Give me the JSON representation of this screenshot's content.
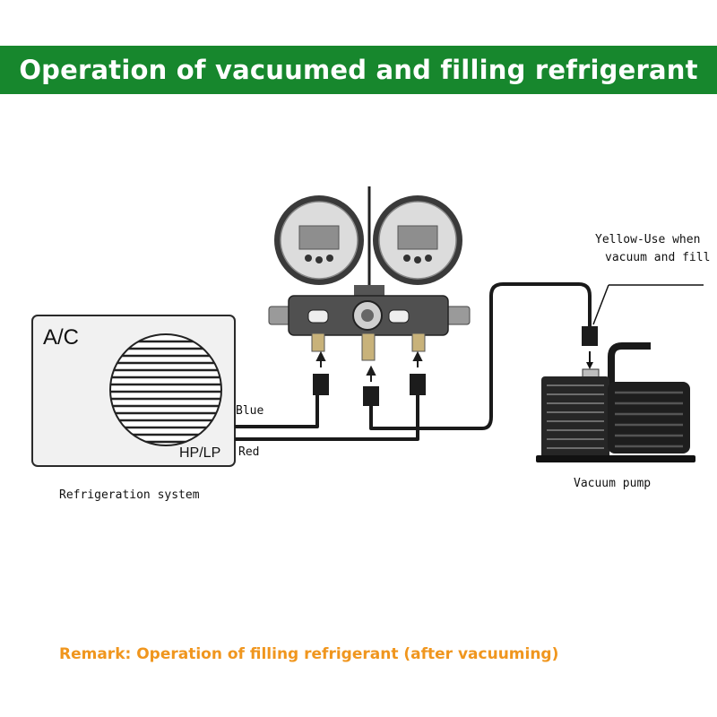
{
  "title": "Operation of vacuumed and filling refrigerant",
  "ac_unit": {
    "label": "A/C",
    "port_label": "HP/LP",
    "caption": "Refrigeration system"
  },
  "hoses": {
    "blue_label": "Blue",
    "red_label": "Red",
    "yellow_note_line1": "Yellow-Use when",
    "yellow_note_line2": "vacuum and fill"
  },
  "pump": {
    "caption": "Vacuum pump"
  },
  "remark": "Remark: Operation of filling refrigerant (after vacuuming)",
  "colors": {
    "banner": "#17872d",
    "remark": "#f0961e"
  }
}
